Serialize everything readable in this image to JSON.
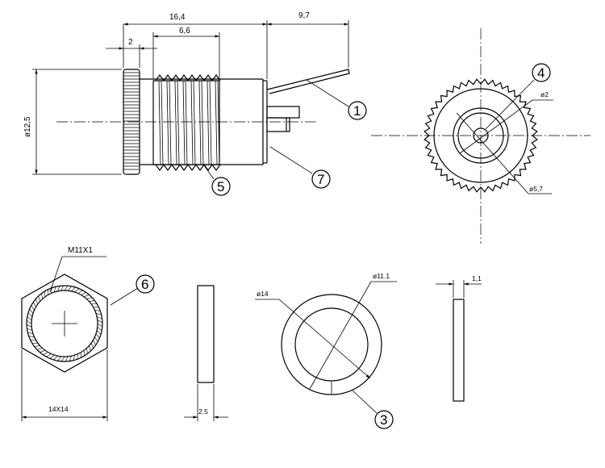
{
  "dimensions": {
    "length_body": "16,4",
    "length_tab": "9,7",
    "flange_width": "2",
    "thread_length": "6,6",
    "body_diameter": "ø12,5",
    "pin_diameter": "ø2",
    "hole_diameter": "ø5,7",
    "nut_thread": "M11X1",
    "nut_size": "14X14",
    "nut_thickness": "2.5",
    "washer_outer": "ø14",
    "washer_inner": "ø11.1",
    "washer_thickness": "1,1"
  },
  "balloons": {
    "b1": "1",
    "b3": "3",
    "b4": "4",
    "b5": "5",
    "b6": "6",
    "b7": "7"
  }
}
